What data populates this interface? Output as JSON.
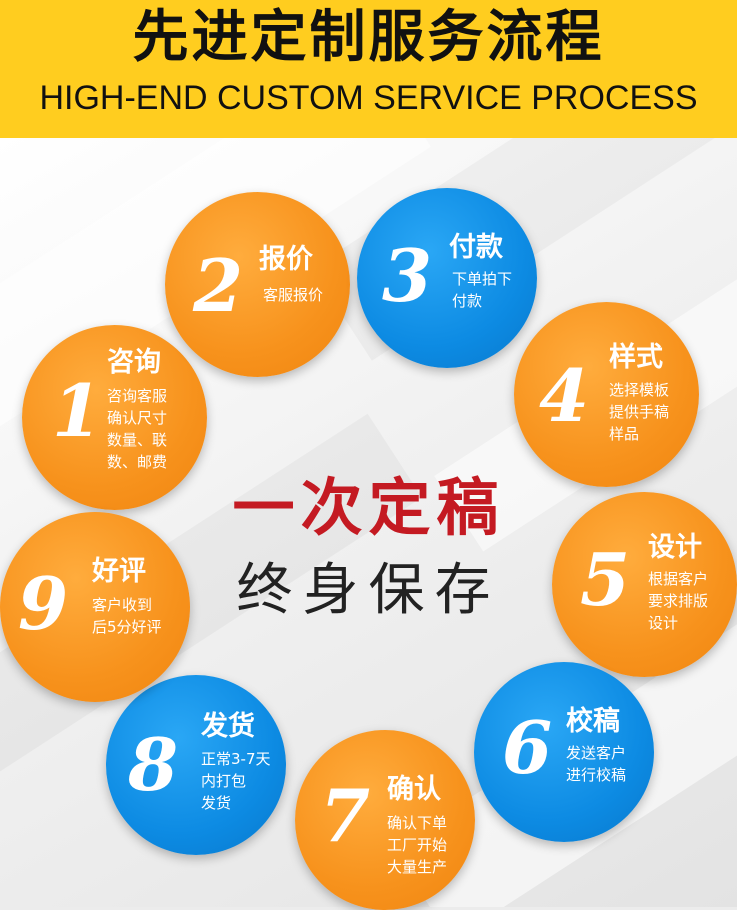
{
  "header": {
    "title": "先进定制服务流程",
    "subtitle": "HIGH-END CUSTOM SERVICE PROCESS"
  },
  "slogan": {
    "line1": "一次定稿",
    "line2": "终身保存"
  },
  "colors": {
    "banner": "#ffcd1f",
    "orange": "#f7921c",
    "blue": "#0d8be3",
    "slogan_red": "#c41a22"
  },
  "steps": [
    {
      "number": "1",
      "title": "咨询",
      "desc": [
        "咨询客服",
        "确认尺寸",
        "数量、联",
        "数、邮费"
      ]
    },
    {
      "number": "2",
      "title": "报价",
      "desc": [
        "客服报价"
      ]
    },
    {
      "number": "3",
      "title": "付款",
      "desc": [
        "下单拍下",
        "付款"
      ]
    },
    {
      "number": "4",
      "title": "样式",
      "desc": [
        "选择模板",
        "提供手稿",
        "样品"
      ]
    },
    {
      "number": "5",
      "title": "设计",
      "desc": [
        "根据客户",
        "要求排版",
        "设计"
      ]
    },
    {
      "number": "6",
      "title": "校稿",
      "desc": [
        "发送客户",
        "进行校稿"
      ]
    },
    {
      "number": "7",
      "title": "确认",
      "desc": [
        "确认下单",
        "工厂开始",
        "大量生产"
      ]
    },
    {
      "number": "8",
      "title": "发货",
      "desc": [
        "正常3-7天",
        "内打包",
        "发货"
      ]
    },
    {
      "number": "9",
      "title": "好评",
      "desc": [
        "客户收到",
        "后5分好评"
      ]
    }
  ]
}
